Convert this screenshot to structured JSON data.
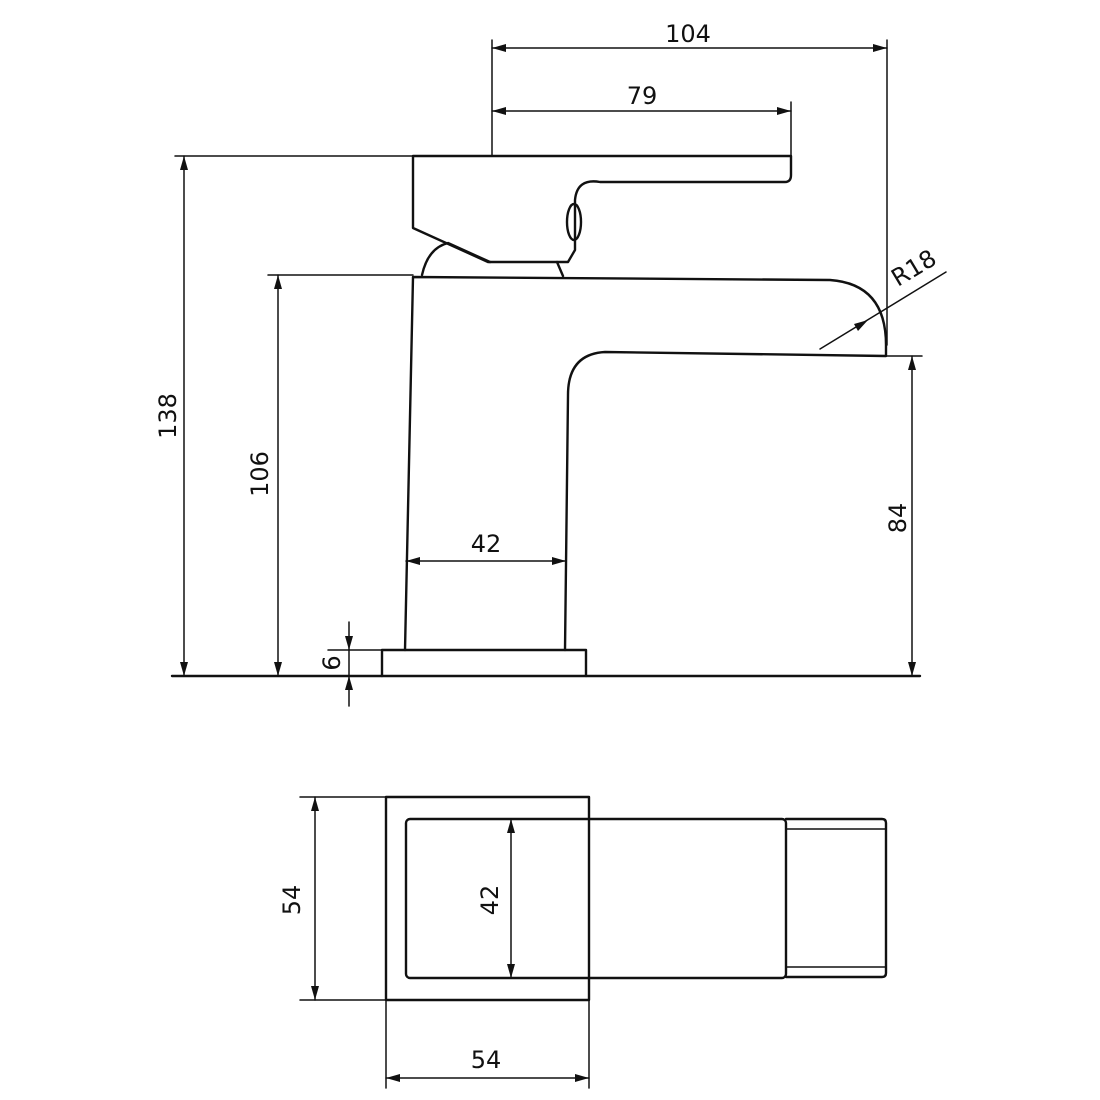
{
  "drawing": {
    "side_view": {
      "overall_width": "104",
      "lever_length": "79",
      "total_height": "138",
      "body_height": "106",
      "spout_height": "84",
      "body_width": "42",
      "base_thickness": "6",
      "spout_radius": "R18"
    },
    "top_view": {
      "depth": "54",
      "body_depth": "42",
      "base_width": "54"
    }
  }
}
